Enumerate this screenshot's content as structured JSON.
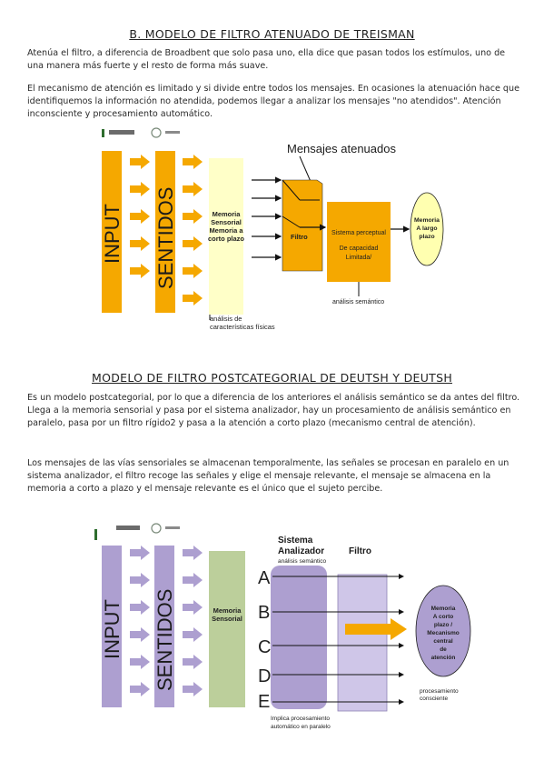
{
  "section1": {
    "title": "B. MODELO DE FILTRO ATENUADO DE TREISMAN",
    "paragraphs": [
      "Atenúa el filtro, a diferencia de Broadbent que solo pasa uno, ella dice que pasan todos los estímulos, uno de una manera más fuerte y el resto de forma más suave.",
      "El mecanismo de atención es limitado y si divide entre todos los mensajes. En ocasiones la atenuación hace que identifiquemos la información no atendida, podemos llegar a analizar los mensajes \"no atendidos\". Atención inconsciente y procesamiento automático."
    ]
  },
  "diagram1": {
    "input": "INPUT",
    "sentidos": "SENTIDOS",
    "memoria": [
      "Memoria",
      "Sensorial",
      "Memoria a",
      "corto plazo"
    ],
    "analisis_fisicas": [
      "análisis de",
      "características físicas"
    ],
    "mensajes_atenuados": "Mensajes atenuados",
    "filtro": "Filtro",
    "sistema_perceptual": [
      "Sistema perceptual",
      "De capacidad",
      "Limitada/"
    ],
    "analisis_semantico": "análisis semántico",
    "memoria_largo": [
      "Memoria",
      "A largo",
      "plazo"
    ]
  },
  "section2": {
    "title": "MODELO DE FILTRO POSTCATEGORIAL DE DEUTSH Y DEUTSH",
    "paragraphs": [
      "Es un modelo postcategorial, por lo que a diferencia de los anteriores el análisis semántico se da antes del filtro. Llega a la memoria sensorial y pasa por el sistema analizador, hay un procesamiento de análisis semántico en paralelo, pasa por un filtro rígido2 y pasa a la atención a corto plazo (mecanismo central de atención).",
      "Los mensajes de las vías sensoriales se almacenan temporalmente, las señales se procesan en paralelo en un sistema analizador, el filtro recoge las señales y elige el mensaje relevante, el mensaje se almacena en la memoria a corto a plazo y el mensaje relevante es el único que el sujeto percibe."
    ]
  },
  "diagram2": {
    "input": "INPUT",
    "sentidos": "SENTIDOS",
    "memoria": [
      "Memoria",
      "Sensorial"
    ],
    "sistema_analizador": [
      "Sistema",
      "Analizador"
    ],
    "analisis_semantico": "análisis semántico",
    "filtro": "Filtro",
    "letters": [
      "A",
      "B",
      "C",
      "D",
      "E"
    ],
    "implica": [
      "Implica procesamiento",
      "automático en paralelo"
    ],
    "memoria_corto": [
      "Memoria",
      "A corto",
      "plazo  /",
      "Mecanismo",
      "central",
      "de",
      "atención"
    ],
    "procesamiento": [
      "procesamiento",
      "consciente"
    ]
  },
  "colors": {
    "orange": "#f5a800",
    "light_yellow": "#ffffc8",
    "lavender": "#ad9fd0",
    "light_lavender": "#cfc6e8",
    "sage": "#bccf9b"
  }
}
